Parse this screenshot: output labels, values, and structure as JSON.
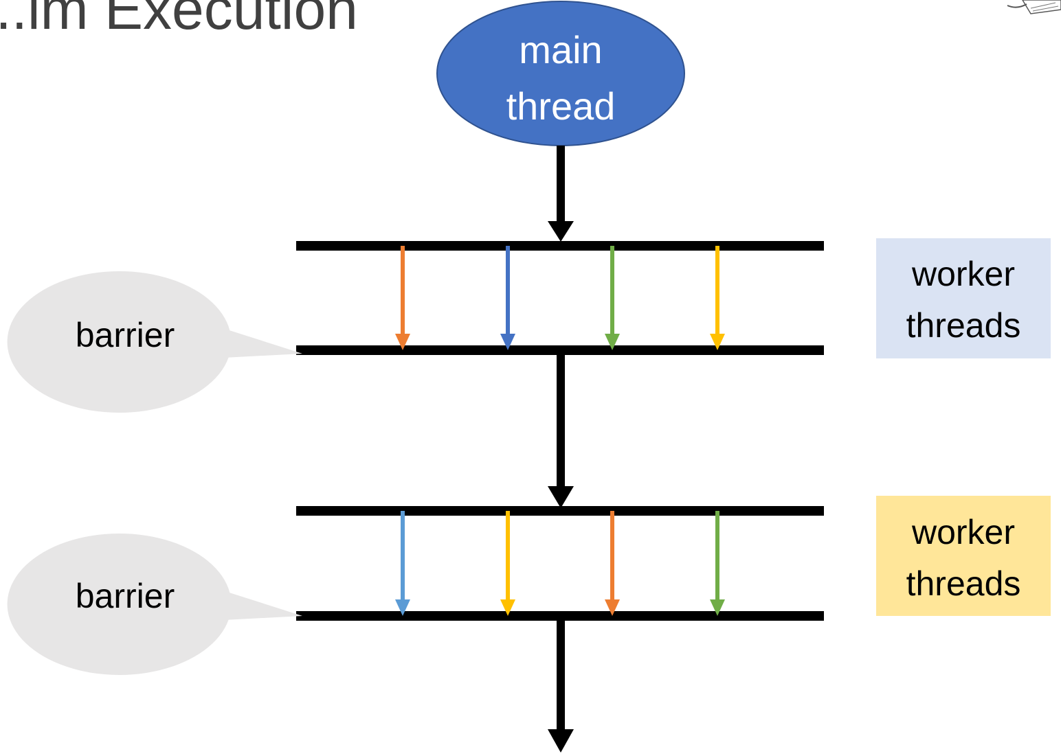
{
  "title": "...im Execution",
  "main_thread": {
    "label_line1": "main",
    "label_line2": "thread",
    "fill": "#4472c4",
    "stroke": "#2f528f",
    "text_color": "#ffffff"
  },
  "barrier_callouts": [
    {
      "label": "barrier",
      "fill": "#e7e6e6"
    },
    {
      "label": "barrier",
      "fill": "#e7e6e6"
    }
  ],
  "worker_groups": [
    {
      "label_line1": "worker",
      "label_line2": "threads",
      "box_color": "#dae3f3",
      "arrow_colors": [
        "#ed7d31",
        "#4472c4",
        "#70ad47",
        "#ffc000"
      ]
    },
    {
      "label_line1": "worker",
      "label_line2": "threads",
      "box_color": "#ffe699",
      "arrow_colors": [
        "#5b9bd5",
        "#ffc000",
        "#ed7d31",
        "#70ad47"
      ]
    }
  ],
  "line_color": "#000000"
}
